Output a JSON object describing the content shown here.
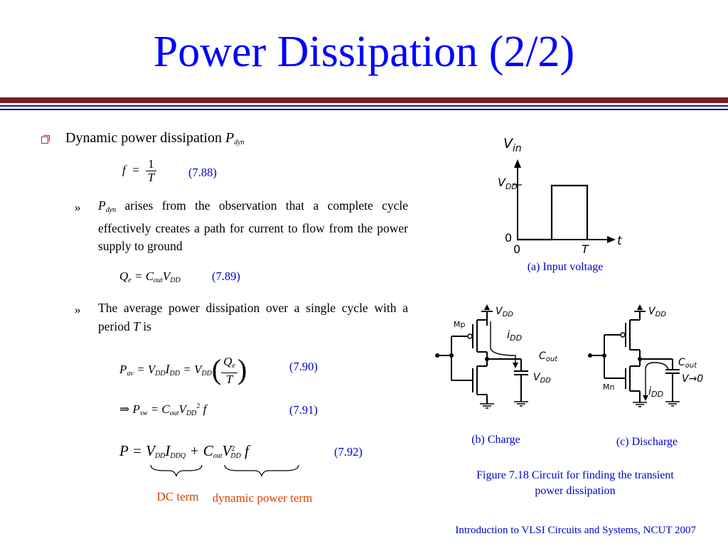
{
  "slide": {
    "title": "Power Dissipation (2/2)",
    "bullet": "Dynamic power dissipation",
    "bullet_symbol": "P",
    "bullet_symbol_sub": "dyn",
    "sub_mark": "»",
    "sub1": {
      "symbol": "P",
      "symbol_sub": "dyn",
      "text": " arises from the observation that a complete cycle effectively creates a path for current to flow from the power supply to ground"
    },
    "sub2": {
      "text_a": "The average power dissipation over a single cycle with a period ",
      "text_var": "T",
      "text_b": " is"
    },
    "eq_numbers": {
      "e788": "(7.88)",
      "e789": "(7.89)",
      "e790": "(7.90)",
      "e791": "(7.91)",
      "e792": "(7.92)"
    },
    "terms": {
      "dc": "DC term",
      "dynamic": "dynamic power term"
    },
    "captions": {
      "a": "(a) Input voltage",
      "b": "(b) Charge",
      "c": "(c) Discharge",
      "figure": "Figure 7.18 Circuit for finding the transient power dissipation"
    },
    "footer": "Introduction to VLSI Circuits and Systems, NCUT  2007"
  },
  "graph": {
    "y_axis": "V",
    "y_axis_sub": "in",
    "x_axis": "t",
    "vdd_label": "V",
    "vdd_sub": "DD",
    "origin_y": "0",
    "origin_x": "0",
    "period": "T"
  },
  "circuit": {
    "mp": "Mp",
    "mn": "Mn",
    "vdd": "V",
    "vdd_sub": "DD",
    "idd": "i",
    "idd_sub": "DD",
    "cout": "C",
    "cout_sub": "out",
    "v0": "V→0"
  },
  "colors": {
    "title": "#0000ff",
    "band_dark": "#7a1f1f",
    "band_blue": "#1a1a8c",
    "eq_number": "#0000cc",
    "annotation": "#e04000"
  }
}
